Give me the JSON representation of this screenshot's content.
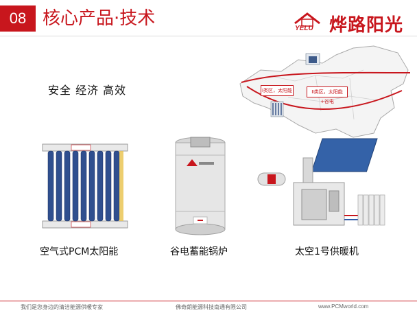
{
  "header": {
    "number": "08",
    "title": "核心产品·技术",
    "logo_text": "烨路阳光",
    "logo_latin": "YELU"
  },
  "slogan": "安全  经济  高效",
  "map": {
    "label_1": "Ⅰ类区，太阳能",
    "label_2": "Ⅱ类区，太阳能+谷电"
  },
  "products": [
    {
      "name": "空气式PCM太阳能",
      "icon": "solar-collector"
    },
    {
      "name": "谷电蓄能锅炉",
      "icon": "storage-boiler"
    },
    {
      "name": "太空1号供暖机",
      "icon": "heating-unit"
    }
  ],
  "footer": {
    "left": "我们是您身边的清洁能源供暖专家",
    "center": "佛奇朗能源科技南通有限公司",
    "right": "www.PCMworld.com"
  },
  "colors": {
    "accent": "#c8161d"
  }
}
